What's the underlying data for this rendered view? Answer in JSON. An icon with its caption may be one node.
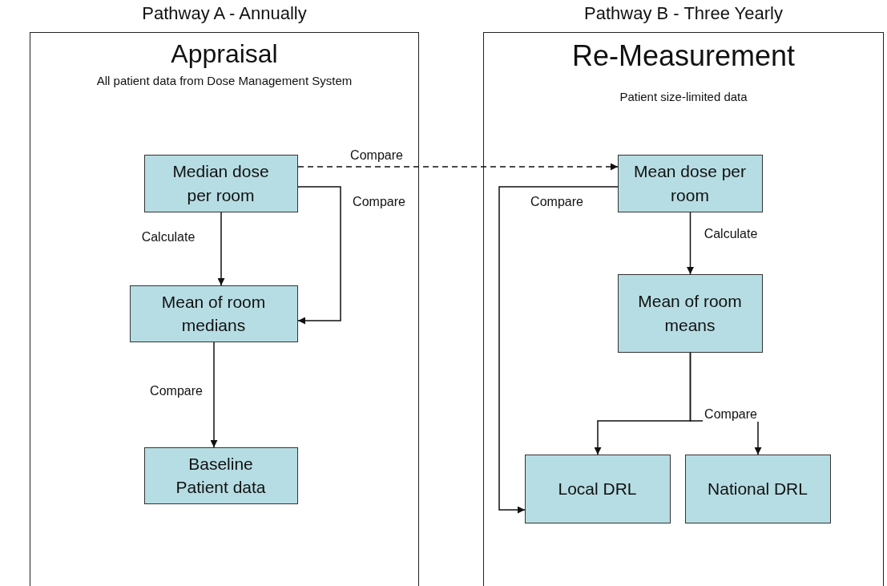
{
  "diagram": {
    "nodes": [
      {
        "text": [
          "Pathway A - Annually",
          "Appraisal",
          "All patient data from Dose Management System"
        ]
      },
      {
        "text": [
          "Median dose per room"
        ],
        "in": 0
      },
      {
        "text": [
          "Mean of room medians"
        ],
        "in": 0
      },
      {
        "text": [
          "Baseline Patient data"
        ],
        "in": 0
      },
      {
        "text": [
          "Pathway B - Three Yearly",
          "Re-Measurement",
          "Patient size-limited data"
        ]
      },
      {
        "text": [
          "Mean dose per room"
        ],
        "in": 4
      },
      {
        "text": [
          "Mean of room means"
        ],
        "in": 4
      },
      {
        "text": [
          "Local DRL"
        ],
        "in": 4
      },
      {
        "text": [
          "National DRL"
        ],
        "in": 4
      }
    ],
    "edges": [
      {
        "from": 1,
        "to": 5,
        "arrow": "to",
        "label": "Compare",
        "style": "dashed"
      },
      {
        "from": 1,
        "to": 2,
        "arrow": "to",
        "label": "Calculate"
      },
      {
        "from": 1,
        "to": 2,
        "arrow": "to",
        "label": "Compare"
      },
      {
        "from": 2,
        "to": 3,
        "arrow": "to",
        "label": "Compare"
      },
      {
        "from": 5,
        "to": 7,
        "arrow": "to",
        "label": "Compare"
      },
      {
        "from": 5,
        "to": 6,
        "arrow": "to",
        "label": "Calculate"
      },
      {
        "from": 6,
        "to": 7,
        "arrow": "to",
        "label": "Compare"
      },
      {
        "from": 6,
        "to": 8,
        "arrow": "to"
      }
    ]
  }
}
